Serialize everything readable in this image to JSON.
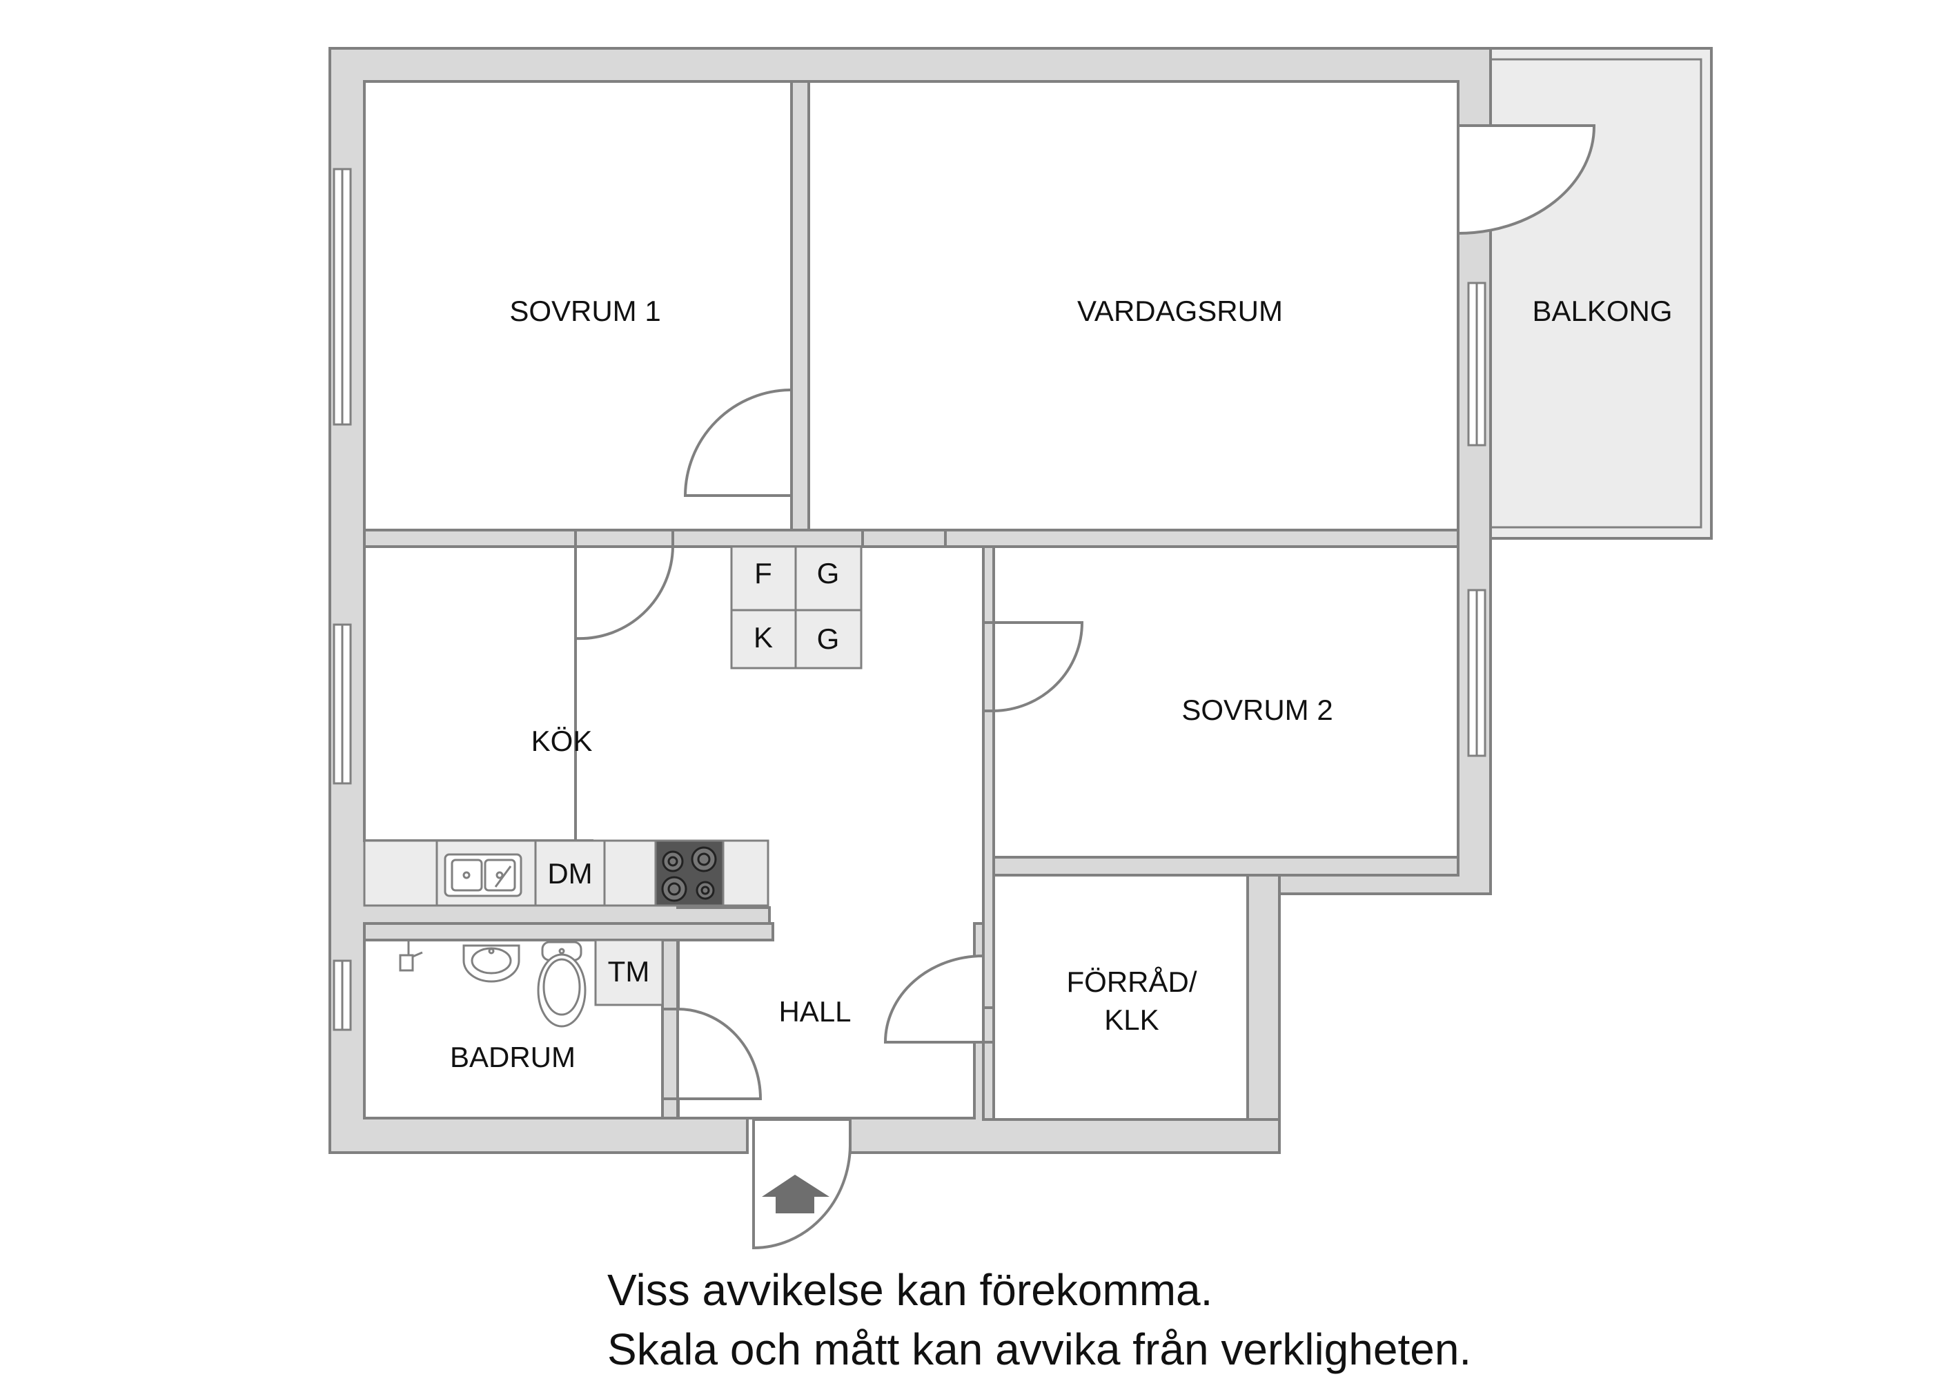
{
  "rooms": {
    "sovrum1": "SOVRUM 1",
    "vardagsrum": "VARDAGSRUM",
    "balkong": "BALKONG",
    "sovrum2": "SOVRUM 2",
    "kok": "KÖK",
    "hall": "HALL",
    "badrum": "BADRUM",
    "forrad_line1": "FÖRRÅD/",
    "forrad_line2": "KLK"
  },
  "appliances": {
    "f": "F",
    "g1": "G",
    "k": "K",
    "g2": "G",
    "dm": "DM",
    "tm": "TM"
  },
  "disclaimer": {
    "line1": "Viss avvikelse kan förekomma.",
    "line2": "Skala och mått kan avvika från verkligheten."
  },
  "colors": {
    "wall_fill": "#d9d9d9",
    "wall_stroke": "#808080",
    "balcony_fill": "#ececec",
    "counter_fill": "#ececec",
    "stove_fill": "#555555",
    "arrow_fill": "#6e6e6e"
  }
}
